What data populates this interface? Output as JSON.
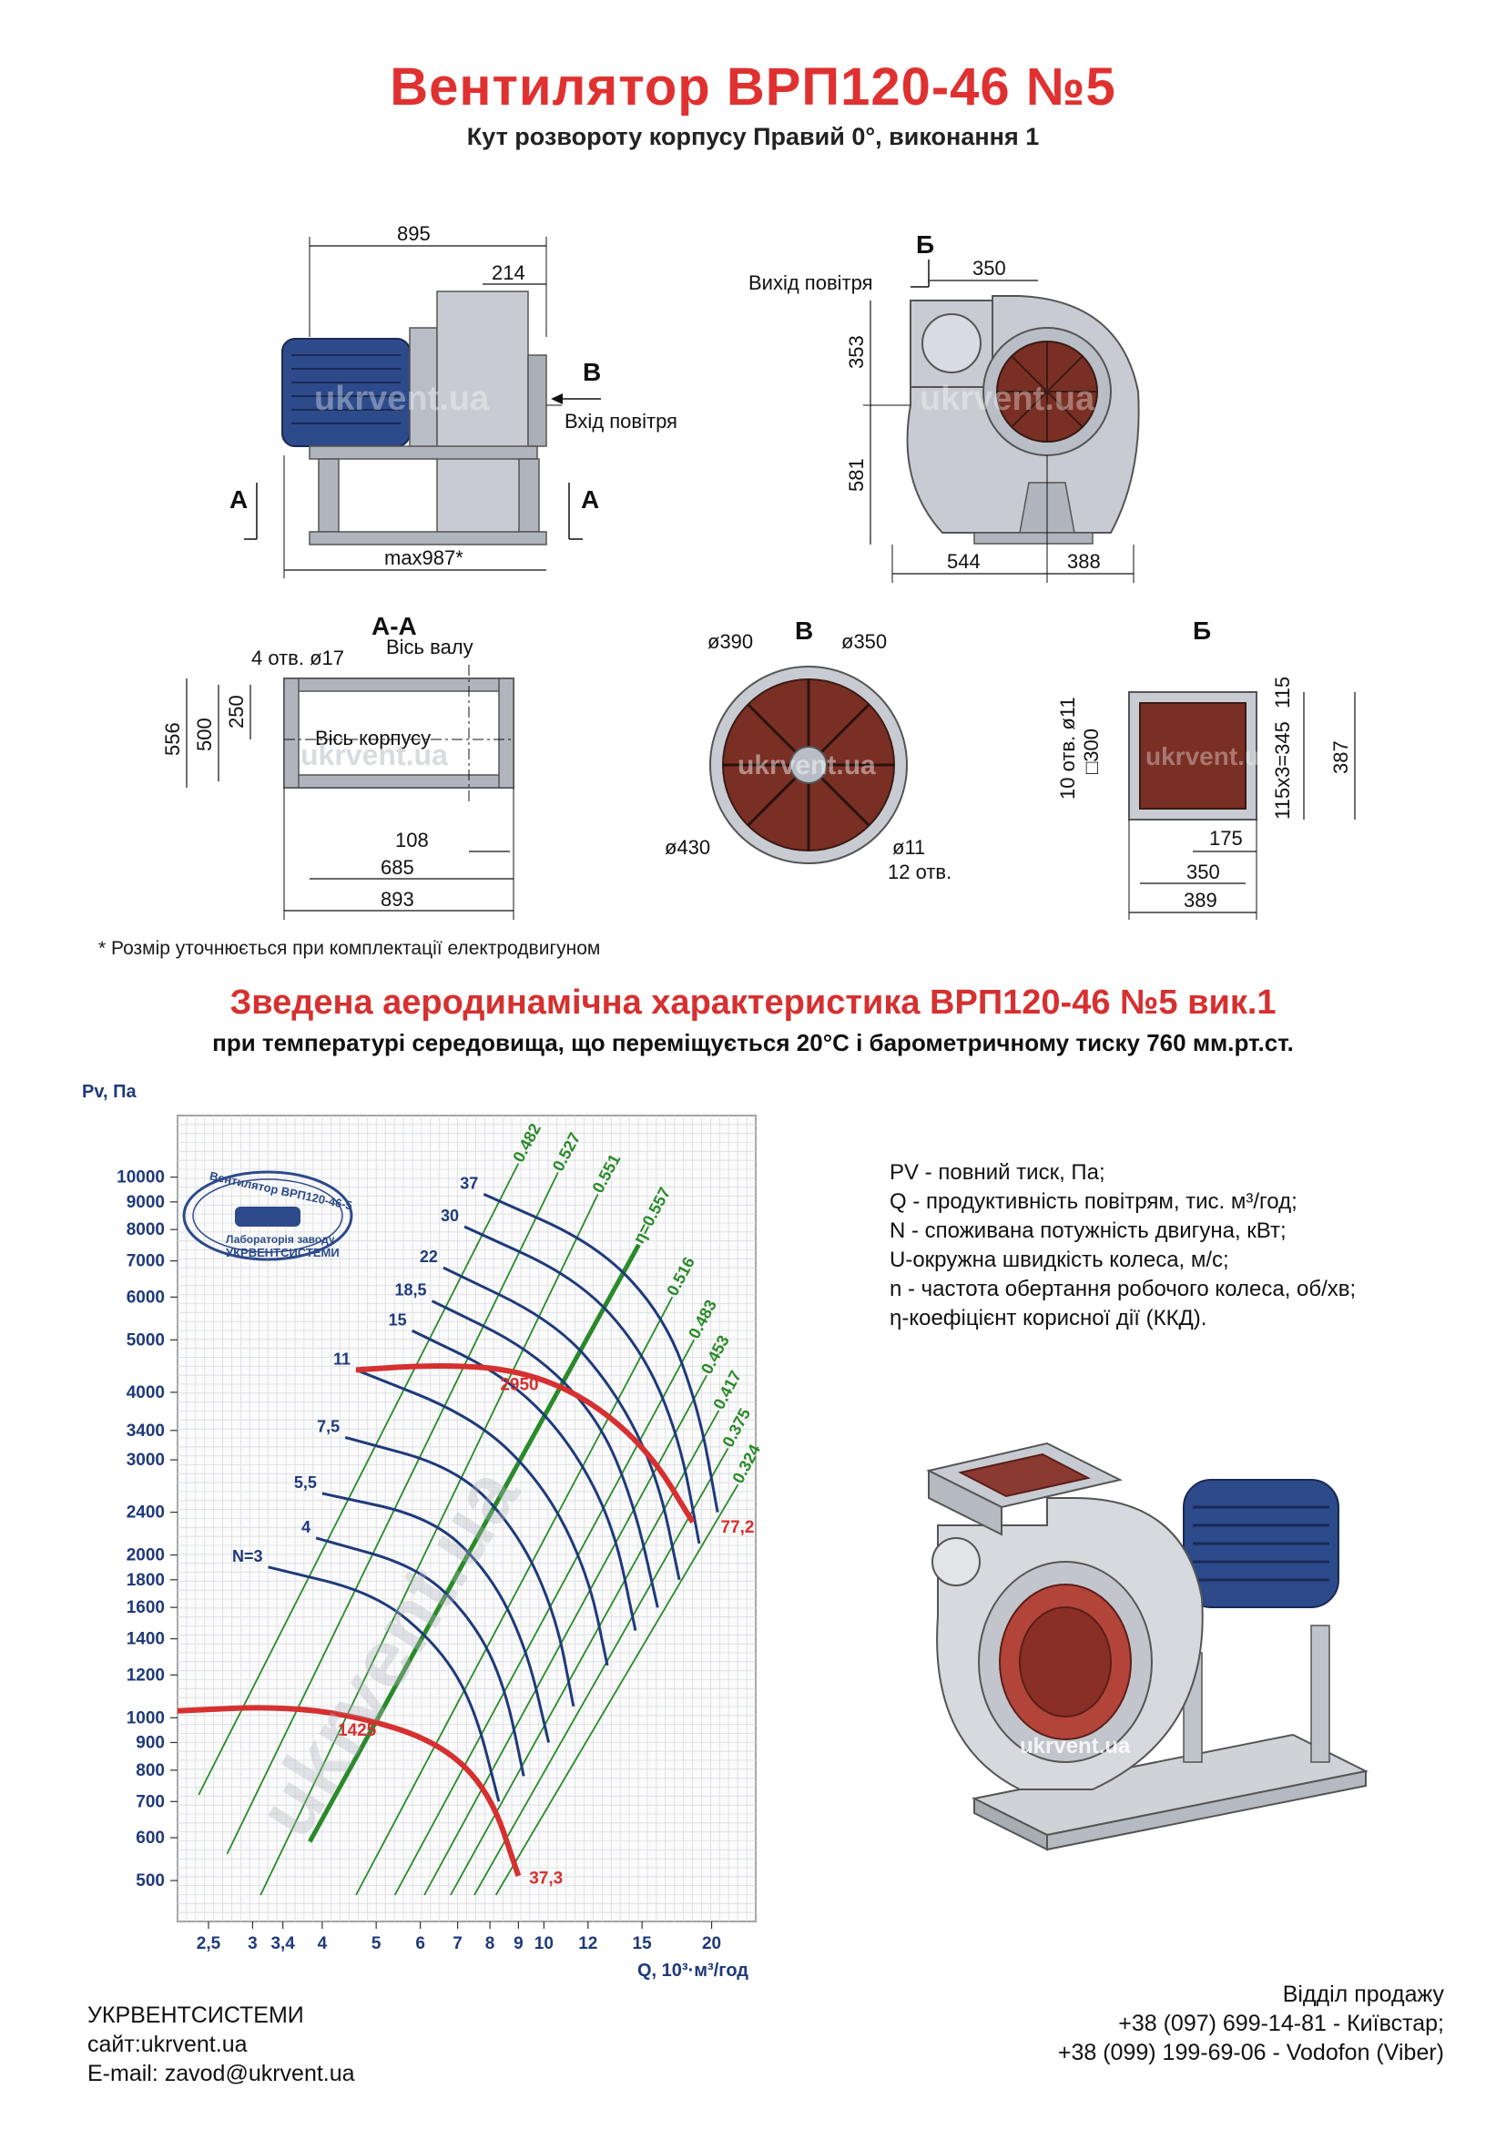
{
  "header": {
    "title": "Вентилятор  ВРП120-46 №5",
    "subtitle": "Кут розвороту корпусу Правий 0°, виконання 1"
  },
  "drawings": {
    "side_view": {
      "dim_895": "895",
      "dim_214": "214",
      "label_b": "В",
      "inlet": "Вхід повітря",
      "label_a": "А",
      "dim_max": "max987*",
      "watermark": "ukrvent.ua"
    },
    "front_view": {
      "label_b": "Б",
      "outlet": "Вихід повітря",
      "dim_350": "350",
      "dim_353": "353",
      "dim_581": "581",
      "dim_544": "544",
      "dim_388": "388",
      "watermark": "ukrvent.ua"
    },
    "section_aa": {
      "title": "А-А",
      "holes": "4 отв. ø17",
      "shaft_axis": "Вісь валу",
      "body_axis": "Вісь корпусу",
      "dim_556": "556",
      "dim_500": "500",
      "dim_250": "250",
      "dim_108": "108",
      "dim_685": "685",
      "dim_893": "893",
      "watermark": "ukrvent.ua"
    },
    "view_v": {
      "title": "В",
      "d390": "ø390",
      "d350": "ø350",
      "d430": "ø430",
      "d11": "ø11",
      "holes": "12 отв.",
      "watermark": "ukrvent.ua"
    },
    "view_b": {
      "title": "Б",
      "holes": "10 отв. ø11",
      "sq300": "□300",
      "dim_115x3": "115x3=345",
      "dim_387": "387",
      "dim_115": "115",
      "dim_175": "175",
      "dim_350": "350",
      "dim_389": "389",
      "watermark": "ukrvent.ua"
    }
  },
  "note": "* Розмір уточнюється при комплектації електродвигуном",
  "characteristic": {
    "title": "Зведена аеродинамічна характеристика ВРП120-46 №5 вик.1",
    "subtitle": "при температурі середовища, що переміщується 20°С і барометричному тиску 760 мм.рт.ст."
  },
  "legend": [
    "PV - повний тиск, Па;",
    "Q - продуктивність повітрям, тис. м³/год;",
    "N - споживана потужність двигуна, кВт;",
    "U-окружна швидкість колеса, м/с;",
    "n - частота обертання робочого колеса, об/хв;",
    "η-коефіцієнт корисної дії (ККД)."
  ],
  "stamp": {
    "line1": "Вентилятор ВРП120-46-5",
    "line2": "Лабораторія заводу",
    "line3": "УКРВЕНТСИСТЕМИ"
  },
  "chart_data": {
    "type": "line",
    "title": "",
    "xlabel": "Q, 10³·м³/год",
    "ylabel": "Pv, Па",
    "x_scale": "log",
    "y_scale": "log",
    "xlim": [
      2.2,
      24
    ],
    "ylim": [
      420,
      13000
    ],
    "x_ticks": [
      2.5,
      3,
      3.4,
      4,
      5,
      6,
      7,
      8,
      9,
      10,
      12,
      15,
      20
    ],
    "x_tick_labels": [
      "2,5",
      "3",
      "3,4",
      "4",
      "5",
      "6",
      "7",
      "8",
      "9",
      "10",
      "12",
      "15",
      "20"
    ],
    "y_ticks": [
      500,
      600,
      700,
      800,
      900,
      1000,
      1200,
      1400,
      1600,
      1800,
      2000,
      2400,
      3000,
      3400,
      4000,
      5000,
      6000,
      7000,
      8000,
      9000,
      10000
    ],
    "power_curves": [
      {
        "name": "N=3",
        "points": [
          [
            3.2,
            1900
          ],
          [
            5,
            1700
          ],
          [
            6.5,
            1350
          ],
          [
            7.5,
            1050
          ],
          [
            8.3,
            700
          ]
        ]
      },
      {
        "name": "4",
        "points": [
          [
            3.9,
            2150
          ],
          [
            6,
            1900
          ],
          [
            7.5,
            1500
          ],
          [
            8.5,
            1150
          ],
          [
            9.2,
            780
          ]
        ]
      },
      {
        "name": "5,5",
        "points": [
          [
            4,
            2600
          ],
          [
            6.3,
            2350
          ],
          [
            8,
            1850
          ],
          [
            9.3,
            1350
          ],
          [
            10.2,
            900
          ]
        ]
      },
      {
        "name": "7,5",
        "points": [
          [
            4.4,
            3300
          ],
          [
            7,
            2900
          ],
          [
            9,
            2200
          ],
          [
            10.5,
            1550
          ],
          [
            11.3,
            1050
          ]
        ]
      },
      {
        "name": "11",
        "points": [
          [
            4.6,
            4400
          ],
          [
            7.5,
            3600
          ],
          [
            10,
            2700
          ],
          [
            12,
            1850
          ],
          [
            13,
            1250
          ]
        ]
      },
      {
        "name": "15",
        "points": [
          [
            5.8,
            5200
          ],
          [
            8.5,
            4300
          ],
          [
            11,
            3300
          ],
          [
            13.3,
            2300
          ],
          [
            14.6,
            1450
          ]
        ]
      },
      {
        "name": "18,5",
        "points": [
          [
            6.3,
            5900
          ],
          [
            9.5,
            4800
          ],
          [
            12.5,
            3600
          ],
          [
            14.5,
            2500
          ],
          [
            16,
            1600
          ]
        ]
      },
      {
        "name": "22",
        "points": [
          [
            6.6,
            6800
          ],
          [
            10.5,
            5400
          ],
          [
            13.5,
            4000
          ],
          [
            16,
            2800
          ],
          [
            17.5,
            1800
          ]
        ]
      },
      {
        "name": "30",
        "points": [
          [
            7.2,
            8100
          ],
          [
            11.5,
            6500
          ],
          [
            15,
            4800
          ],
          [
            17.5,
            3300
          ],
          [
            19,
            2100
          ]
        ]
      },
      {
        "name": "37",
        "points": [
          [
            7.8,
            9300
          ],
          [
            12.5,
            7500
          ],
          [
            16.5,
            5500
          ],
          [
            19,
            3700
          ],
          [
            20.5,
            2400
          ]
        ]
      }
    ],
    "rpm_curves": [
      {
        "name": "2950",
        "points": [
          [
            4.6,
            4400
          ],
          [
            6.5,
            4500
          ],
          [
            9,
            4400
          ],
          [
            12,
            3900
          ],
          [
            15.5,
            3100
          ],
          [
            18.5,
            2300
          ]
        ]
      },
      {
        "name": "1425",
        "points": [
          [
            2.2,
            1030
          ],
          [
            3.3,
            1050
          ],
          [
            4.6,
            1010
          ],
          [
            6.5,
            900
          ],
          [
            8,
            730
          ],
          [
            9,
            510
          ]
        ]
      }
    ],
    "efficiency_lines": [
      {
        "name": "0.482",
        "points": [
          [
            2.4,
            720
          ],
          [
            9,
            10600
          ]
        ]
      },
      {
        "name": "0.527",
        "points": [
          [
            2.7,
            560
          ],
          [
            10.6,
            10200
          ]
        ]
      },
      {
        "name": "0.551",
        "points": [
          [
            3.1,
            470
          ],
          [
            12.5,
            9300
          ]
        ]
      },
      {
        "name": "η=0.557",
        "points": [
          [
            3.8,
            590
          ],
          [
            14.8,
            7500
          ]
        ],
        "highlight": true
      },
      {
        "name": "0.516",
        "points": [
          [
            4.6,
            470
          ],
          [
            17,
            6000
          ]
        ]
      },
      {
        "name": "0.483",
        "points": [
          [
            5.4,
            470
          ],
          [
            18.6,
            5000
          ]
        ]
      },
      {
        "name": "0.453",
        "points": [
          [
            6.1,
            470
          ],
          [
            19.6,
            4300
          ]
        ]
      },
      {
        "name": "0.417",
        "points": [
          [
            6.8,
            470
          ],
          [
            20.6,
            3700
          ]
        ]
      },
      {
        "name": "0.375",
        "points": [
          [
            7.5,
            470
          ],
          [
            21.4,
            3150
          ]
        ]
      },
      {
        "name": "0.324",
        "points": [
          [
            8.2,
            470
          ],
          [
            22.3,
            2700
          ]
        ]
      }
    ],
    "annotations": [
      {
        "text": "77,2",
        "x": 20.3,
        "y": 2250
      },
      {
        "text": "37,3",
        "x": 9.2,
        "y": 505
      }
    ]
  },
  "footer": {
    "company": "УКРВЕНТСИСТЕМИ",
    "site": "сайт:ukrvent.ua",
    "email": "E-mail: zavod@ukrvent.ua",
    "sales": "Відділ продажу",
    "phone1": "+38 (097) 699-14-81 - Київстар;",
    "phone2": "+38 (099) 199-69-06 - Vodofon (Viber)"
  },
  "colors": {
    "title_red": "#e03131",
    "curve_blue": "#1f3a7a",
    "eta_green": "#2a8a2a",
    "rpm_red": "#d63030",
    "body_grey": "#c8ccd2",
    "impeller": "#7a2f24"
  }
}
